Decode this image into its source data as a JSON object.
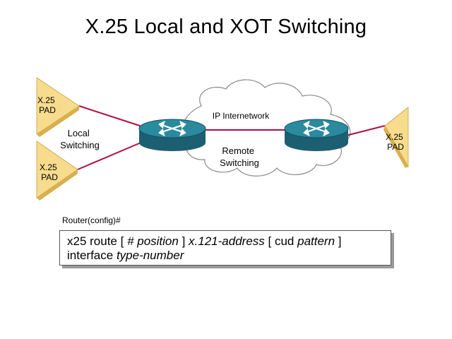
{
  "title": "X.25 Local and XOT Switching",
  "labels": {
    "pad_top": [
      "X.25",
      "PAD"
    ],
    "pad_bottom": [
      "X.25",
      "PAD"
    ],
    "pad_right": [
      "X.25",
      "PAD"
    ],
    "local_switching": [
      "Local",
      "Switching"
    ],
    "ip_internetwork": "IP Internetwork",
    "remote_switching": [
      "Remote",
      "Switching"
    ]
  },
  "command": {
    "prompt": "Router(config)#",
    "line1": {
      "kw1": "x25 route [",
      "arg1": "# position",
      "kw2": "]",
      "arg2": "x.121-address",
      "kw3": "[ cud",
      "arg3": "pattern",
      "kw4": "]"
    },
    "line2": {
      "kw1": "interface",
      "arg1": "type-number"
    }
  },
  "colors": {
    "link": "#b01040",
    "pad_fill": "#f6dc8c",
    "pad_shade": "#e8c25e",
    "router_top": "#2a8a9e",
    "router_side": "#1c5f72",
    "cloud_fill": "#ffffff",
    "cloud_stroke": "#8a8a8a"
  }
}
